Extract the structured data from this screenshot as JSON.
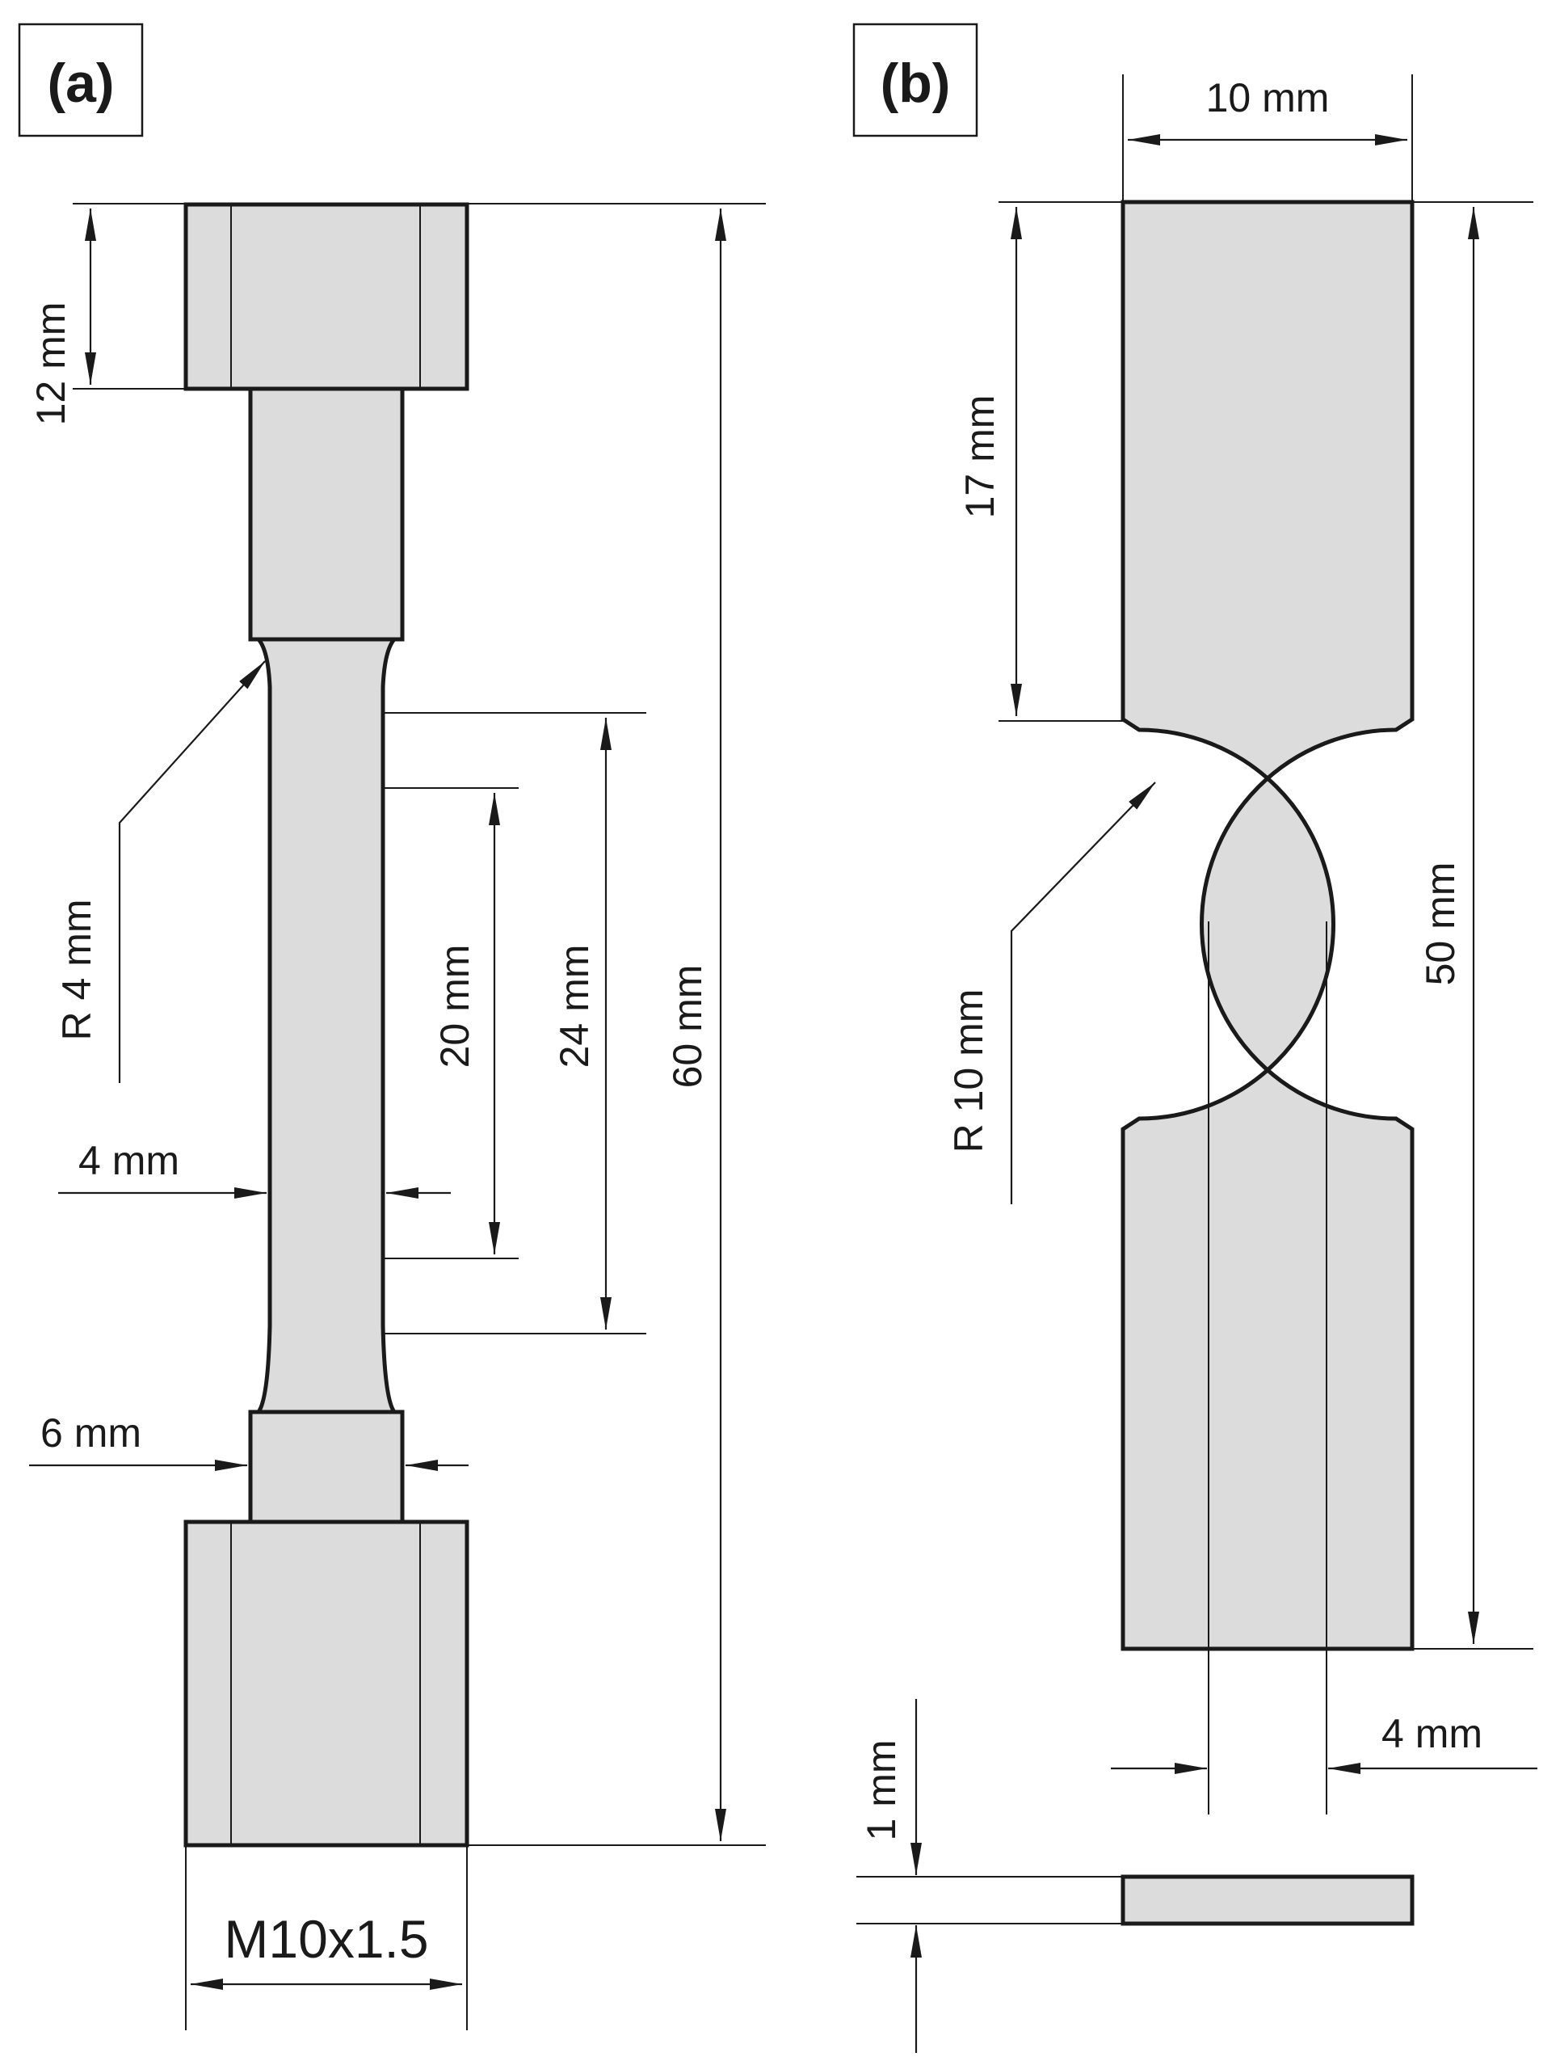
{
  "panels": {
    "a": {
      "label": "(a)",
      "dims": {
        "head_length": "12 mm",
        "fillet_radius": "R 4 mm",
        "gauge_width": "4 mm",
        "neck_width": "6 mm",
        "length_20": "20 mm",
        "length_24": "24 mm",
        "total_length": "60 mm",
        "thread": "M10x1.5"
      }
    },
    "b": {
      "label": "(b)",
      "dims": {
        "width": "10 mm",
        "shoulder_length": "17 mm",
        "notch_radius": "R 10 mm",
        "total_length": "50 mm",
        "gauge_width": "4 mm",
        "thickness": "1 mm"
      }
    }
  },
  "colors": {
    "part_fill": "#dcdcdc",
    "line": "#1a1a1a",
    "background": "#ffffff"
  }
}
